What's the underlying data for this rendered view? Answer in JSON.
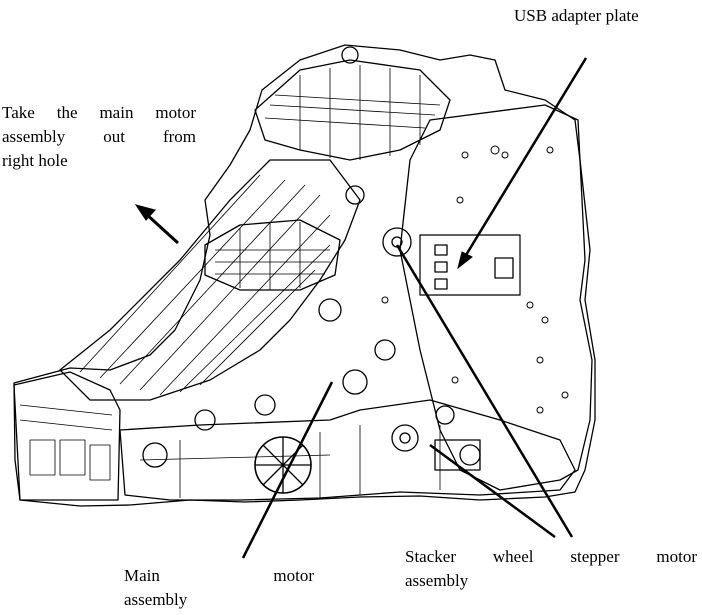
{
  "labels": {
    "usb_adapter": "USB adapter plate",
    "take_out": {
      "line1": "Take the main motor",
      "line2": "assembly out from",
      "line3": "right hole"
    },
    "main_motor": {
      "line1": "Main motor",
      "line2": "assembly"
    },
    "stacker": {
      "line1": "Stacker wheel stepper motor",
      "line2": "assembly"
    }
  },
  "colors": {
    "line": "#000000",
    "background": "#ffffff"
  }
}
